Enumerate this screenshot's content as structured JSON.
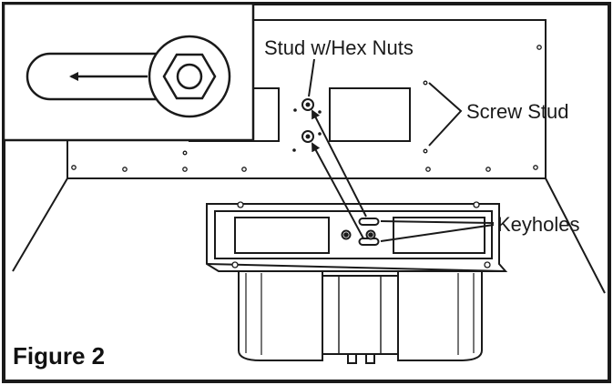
{
  "labels": {
    "stud": "Stud w/Hex Nuts",
    "screw_stud": "Screw Stud",
    "keyholes": "Keyholes"
  },
  "caption": "Figure 2",
  "colors": {
    "ink": "#1a1a1a",
    "fill": "#ffffff"
  }
}
